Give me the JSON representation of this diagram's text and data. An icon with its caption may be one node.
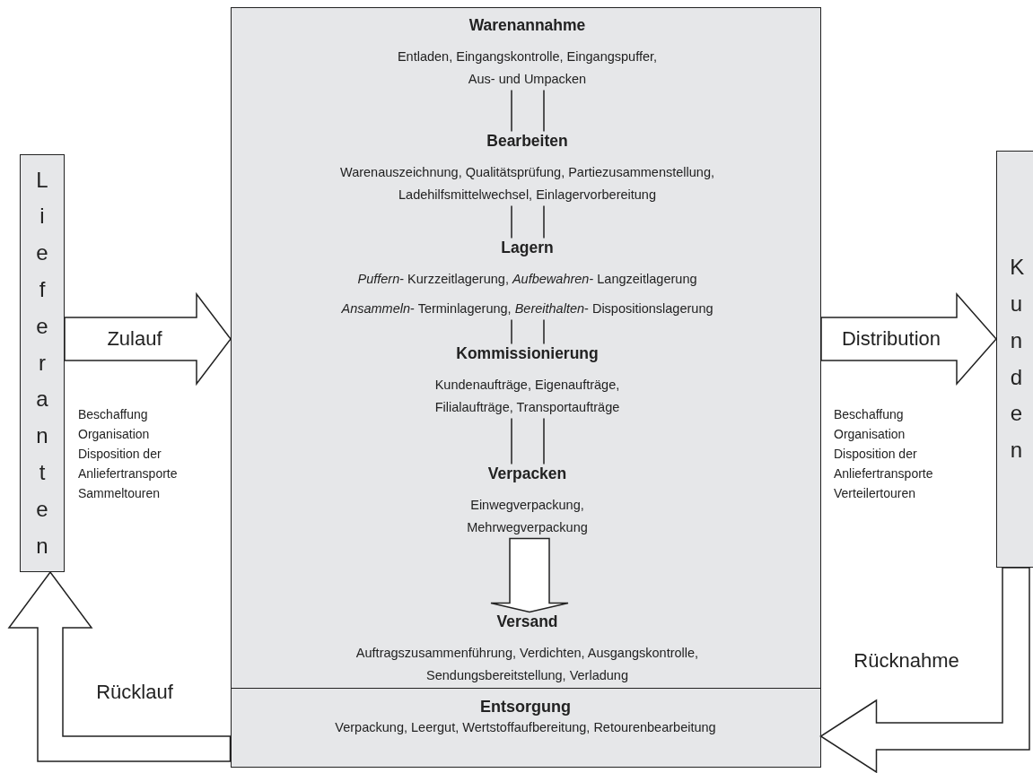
{
  "diagram": {
    "nodes": [
      {
        "text": [
          "Lieferanten"
        ]
      },
      {
        "text": [],
        "shape": "box"
      },
      {
        "text": [
          "Warenannahme",
          "Entladen, Eingangskontrolle, Eingangspuffer, Aus- und Umpacken"
        ],
        "in": 1
      },
      {
        "text": [
          "Bearbeiten",
          "Warenauszeichnung, Qualitätsprüfung, Partiezusammenstellung, Ladehilfsmittelwechsel, Einlagervorbereitung"
        ],
        "in": 1
      },
      {
        "text": [
          "Lagern",
          "*Puffern*- Kurzzeitlagerung, *Aufbewahren*- Langzeitlagerung",
          "*Ansammeln*- Terminlagerung, *Bereithalten*- Dispositionslagerung"
        ],
        "in": 1
      },
      {
        "text": [
          "Kommissionierung",
          "Kundenaufträge, Eigenaufträge, Filialaufträge, Transportaufträge"
        ],
        "in": 1
      },
      {
        "text": [
          "Verpacken",
          "Einwegverpackung, Mehrwegverpackung"
        ],
        "in": 1
      },
      {
        "text": [
          "Versand",
          "Auftragszusammenführung, Verdichten, Ausgangskontrolle, Sendungsbereitstellung, Verladung"
        ],
        "in": 1
      },
      {
        "text": [
          "Entsorgung",
          "Verpackung, Leergut, Wertstoffaufbereitung, Retourenbearbeitung"
        ],
        "in": 1
      },
      {
        "text": [
          "Kunden"
        ]
      }
    ],
    "edges": [
      {
        "from": 0,
        "to": 1,
        "arrow": "to",
        "label": "Zulauf"
      },
      {
        "from": 1,
        "to": 9,
        "arrow": "to",
        "label": "Distribution"
      },
      {
        "from": 9,
        "to": 8,
        "arrow": "to",
        "label": "Rücknahme"
      },
      {
        "from": 8,
        "to": 0,
        "arrow": "to",
        "label": "Rücklauf"
      },
      {
        "from": 2,
        "to": 3,
        "arrow": "none"
      },
      {
        "from": 3,
        "to": 4,
        "arrow": "none"
      },
      {
        "from": 4,
        "to": 5,
        "arrow": "none"
      },
      {
        "from": 5,
        "to": 6,
        "arrow": "none"
      },
      {
        "from": 6,
        "to": 7,
        "arrow": "to"
      }
    ],
    "labels": [
      "Beschaffung",
      "Organisation",
      "Disposition der",
      "Anliefertransporte",
      "Sammeltouren",
      "Beschaffung",
      "Organisation",
      "Disposition der",
      "Anliefertransporte",
      "Verteilertouren"
    ]
  }
}
